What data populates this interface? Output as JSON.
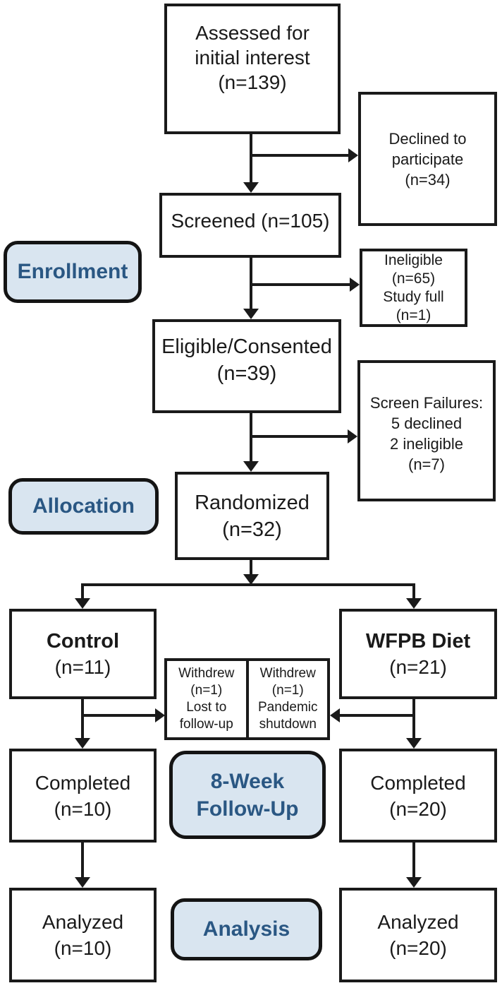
{
  "colors": {
    "box_border": "#1a1a1a",
    "box_fill": "#ffffff",
    "stage_fill": "#d9e5f0",
    "stage_text": "#2a5783",
    "arrow": "#1a1a1a"
  },
  "boxes": {
    "assessed": {
      "lines": [
        "Assessed for",
        "initial interest",
        "(n=139)"
      ]
    },
    "declined": {
      "lines": [
        "Declined to",
        "participate",
        "(n=34)"
      ]
    },
    "screened": {
      "lines": [
        "Screened (n=105)"
      ]
    },
    "ineligible": {
      "lines": [
        "Ineligible",
        "(n=65)",
        "Study full",
        "(n=1)"
      ]
    },
    "eligible": {
      "lines": [
        "Eligible/Consented",
        "(n=39)"
      ]
    },
    "screen_failures": {
      "lines": [
        "Screen Failures:",
        "5 declined",
        "2 ineligible",
        "(n=7)"
      ]
    },
    "randomized": {
      "lines": [
        "Randomized",
        "(n=32)"
      ]
    },
    "control": {
      "title": "Control",
      "n": "(n=11)"
    },
    "wfpb": {
      "title": "WFPB Diet",
      "n": "(n=21)"
    },
    "withdrew_control": {
      "lines": [
        "Withdrew",
        "(n=1)",
        "Lost to",
        "follow-up"
      ]
    },
    "withdrew_wfpb": {
      "lines": [
        "Withdrew",
        "(n=1)",
        "Pandemic",
        "shutdown"
      ]
    },
    "completed_control": {
      "lines": [
        "Completed",
        "(n=10)"
      ]
    },
    "completed_wfpb": {
      "lines": [
        "Completed",
        "(n=20)"
      ]
    },
    "analyzed_control": {
      "lines": [
        "Analyzed",
        "(n=10)"
      ]
    },
    "analyzed_wfpb": {
      "lines": [
        "Analyzed",
        "(n=20)"
      ]
    }
  },
  "stage_labels": {
    "enrollment": "Enrollment",
    "allocation": "Allocation",
    "followup": {
      "lines": [
        "8-Week",
        "Follow-Up"
      ]
    },
    "analysis": "Analysis"
  }
}
